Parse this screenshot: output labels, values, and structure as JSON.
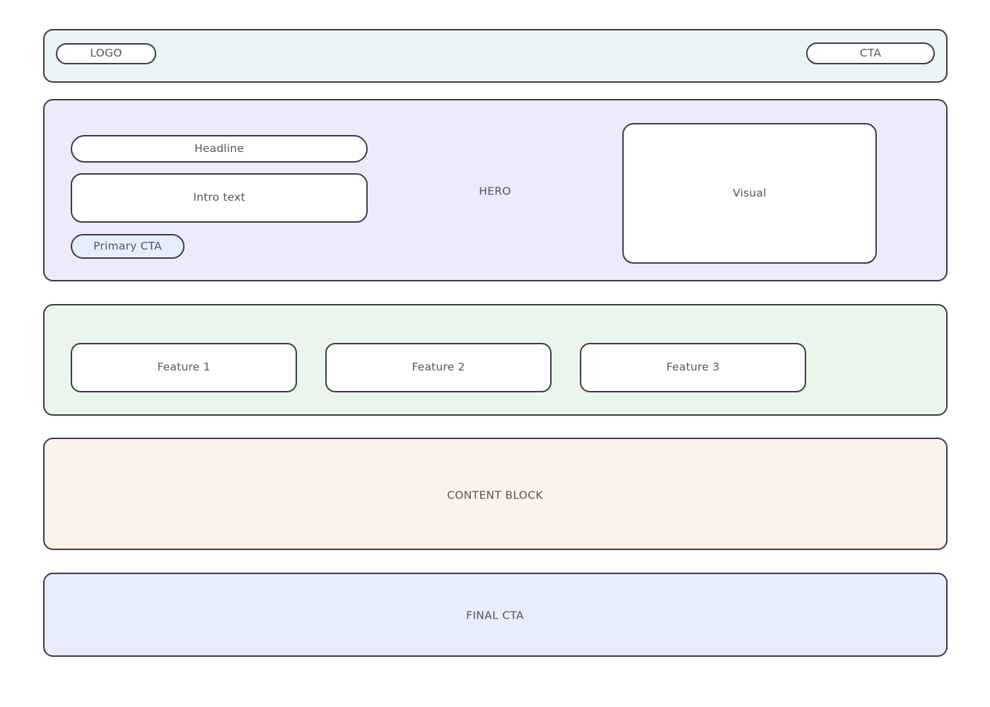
{
  "page": {
    "type": "landing-page-wireframe",
    "background": "#ffffff",
    "stroke_color": "#3b3b44",
    "text_color": "#55555e"
  },
  "header": {
    "background": "#eaf4f4",
    "logo_label": "LOGO",
    "cta_label": "CTA"
  },
  "hero": {
    "background": "#ecebfb",
    "section_label": "HERO",
    "headline_label": "Headline",
    "intro_label": "Intro text",
    "primary_cta_label": "Primary CTA",
    "primary_cta_fill": "#e6edfb",
    "visual_label": "Visual"
  },
  "features": {
    "background": "#eaf6ec",
    "items": [
      {
        "label": "Feature 1"
      },
      {
        "label": "Feature 2"
      },
      {
        "label": "Feature 3"
      }
    ]
  },
  "content": {
    "background": "#fdf2e9",
    "label": "CONTENT BLOCK"
  },
  "final_cta": {
    "background": "#e7edfb",
    "label": "FINAL CTA"
  }
}
